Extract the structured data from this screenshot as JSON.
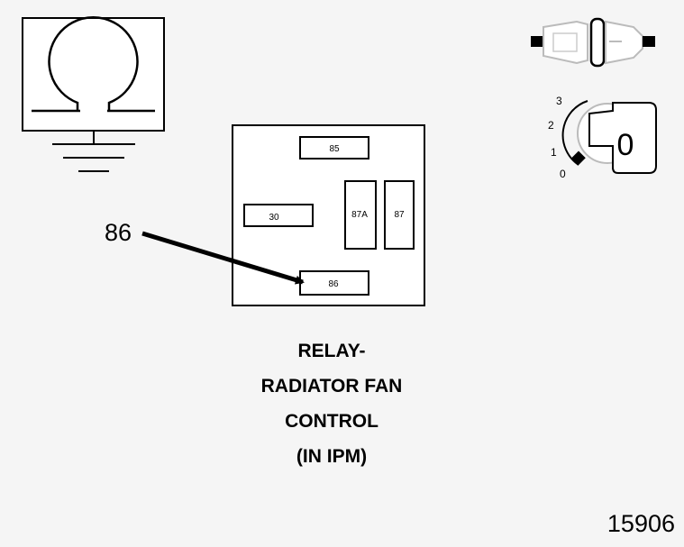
{
  "relay": {
    "pins": {
      "p85": "85",
      "p30": "30",
      "p87a": "87A",
      "p87": "87",
      "p86": "86"
    }
  },
  "callout": {
    "label": "86"
  },
  "ignition": {
    "positions": [
      "3",
      "2",
      "1",
      "0"
    ],
    "key_label": "0"
  },
  "caption": {
    "lines": [
      "RELAY-",
      "RADIATOR FAN",
      "CONTROL",
      "(IN IPM)"
    ]
  },
  "figure_number": "15906"
}
